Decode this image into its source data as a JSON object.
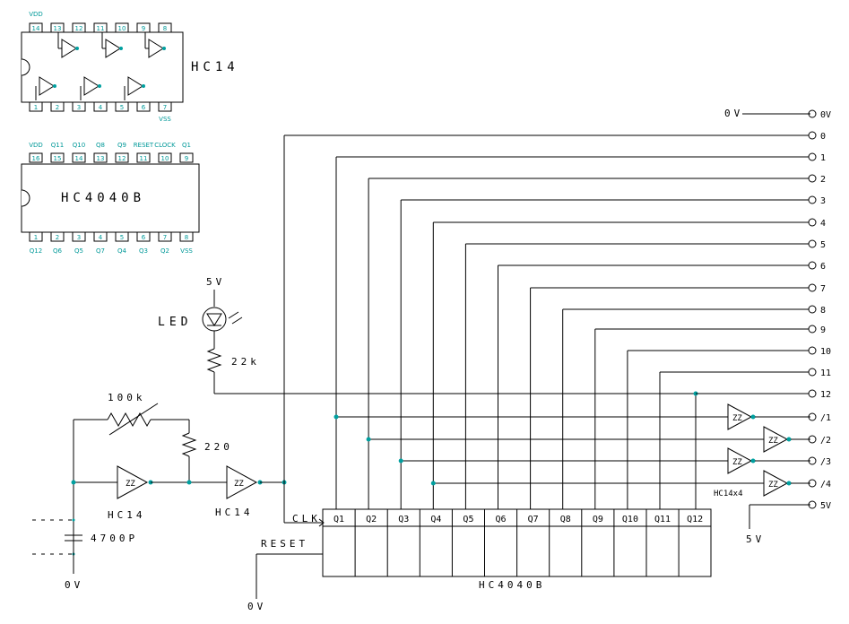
{
  "hc14_chip": {
    "top_pins": [
      {
        "num": "14",
        "name": "VDD"
      },
      {
        "num": "13",
        "name": ""
      },
      {
        "num": "12",
        "name": ""
      },
      {
        "num": "11",
        "name": ""
      },
      {
        "num": "10",
        "name": ""
      },
      {
        "num": "9",
        "name": ""
      },
      {
        "num": "8",
        "name": ""
      }
    ],
    "bottom_pins": [
      {
        "num": "1",
        "name": ""
      },
      {
        "num": "2",
        "name": ""
      },
      {
        "num": "3",
        "name": ""
      },
      {
        "num": "4",
        "name": ""
      },
      {
        "num": "5",
        "name": ""
      },
      {
        "num": "6",
        "name": ""
      },
      {
        "num": "7",
        "name": "VSS"
      }
    ],
    "label": "HC14"
  },
  "hc4040_chip": {
    "top_pins": [
      {
        "num": "16",
        "name": "VDD"
      },
      {
        "num": "15",
        "name": "Q11"
      },
      {
        "num": "14",
        "name": "Q10"
      },
      {
        "num": "13",
        "name": "Q8"
      },
      {
        "num": "12",
        "name": "Q9"
      },
      {
        "num": "11",
        "name": "RESET"
      },
      {
        "num": "10",
        "name": "CLOCK"
      },
      {
        "num": "9",
        "name": "Q1"
      }
    ],
    "bottom_pins": [
      {
        "num": "1",
        "name": "Q12"
      },
      {
        "num": "2",
        "name": "Q6"
      },
      {
        "num": "3",
        "name": "Q5"
      },
      {
        "num": "4",
        "name": "Q7"
      },
      {
        "num": "5",
        "name": "Q4"
      },
      {
        "num": "6",
        "name": "Q3"
      },
      {
        "num": "7",
        "name": "Q2"
      },
      {
        "num": "8",
        "name": "VSS"
      }
    ],
    "label": "HC4040B"
  },
  "circuit": {
    "supply_label": "5V",
    "led_label": "LED",
    "r_22k": "22k",
    "r_100k": "100k",
    "r_220": "220",
    "gate1_label": "HC14",
    "gate2_label": "HC14",
    "cap_label": "4700P",
    "gnd_left": "0V",
    "reset_label": "RESET",
    "gnd_reset": "0V",
    "clk_label": "CLK",
    "counter_label": "HC4040B",
    "q_labels": [
      "Q1",
      "Q2",
      "Q3",
      "Q4",
      "Q5",
      "Q6",
      "Q7",
      "Q8",
      "Q9",
      "Q10",
      "Q11",
      "Q12"
    ],
    "zero_v_label": "0V",
    "hc14x4_label": "HC14x4",
    "right_5v_label": "5V"
  },
  "connector_terms": [
    "0V",
    "0",
    "1",
    "2",
    "3",
    "4",
    "5",
    "6",
    "7",
    "8",
    "9",
    "10",
    "11",
    "12",
    "/1",
    "/2",
    "/3",
    "/4",
    "5V"
  ],
  "colors": {
    "wire": "#000000",
    "pin_text": "#009999",
    "junction": "#00a0a0"
  }
}
